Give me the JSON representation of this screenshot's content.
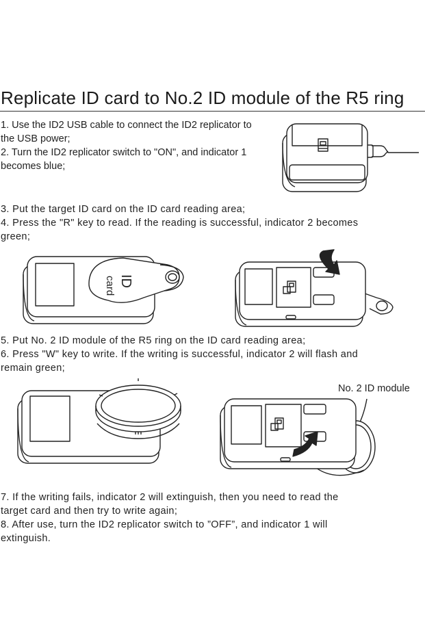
{
  "doc": {
    "title": "Replicate ID card to No.2 ID module of the R5 ring",
    "step_1_2": [
      "1. Use the ID2 USB cable to connect the ID2 replicator to",
      "the USB power;",
      "2. Turn the ID2 replicator switch to \"ON\", and indicator 1",
      "becomes blue;"
    ],
    "step_3_4": [
      "3. Put the target ID card on the ID card reading area;",
      "4. Press the \"R\" key to read. If the reading is successful, indicator 2 becomes",
      "green;"
    ],
    "step_5_6": [
      "5. Put No. 2 ID module of the R5 ring on the ID card reading area;",
      "6. Press \"W\" key to write. If the writing is successful, indicator 2 will flash and",
      "remain green;"
    ],
    "step_7_8": [
      "7. If the writing fails, indicator 2 will extinguish, then you need to read the",
      "target card and then try to write again;",
      "8. After use, turn the ID2 replicator switch to ”OFF”, and indicator 1 will",
      "extinguish."
    ],
    "id_card_label": [
      "ID",
      "card"
    ],
    "module_callout": "No. 2 ID module"
  }
}
